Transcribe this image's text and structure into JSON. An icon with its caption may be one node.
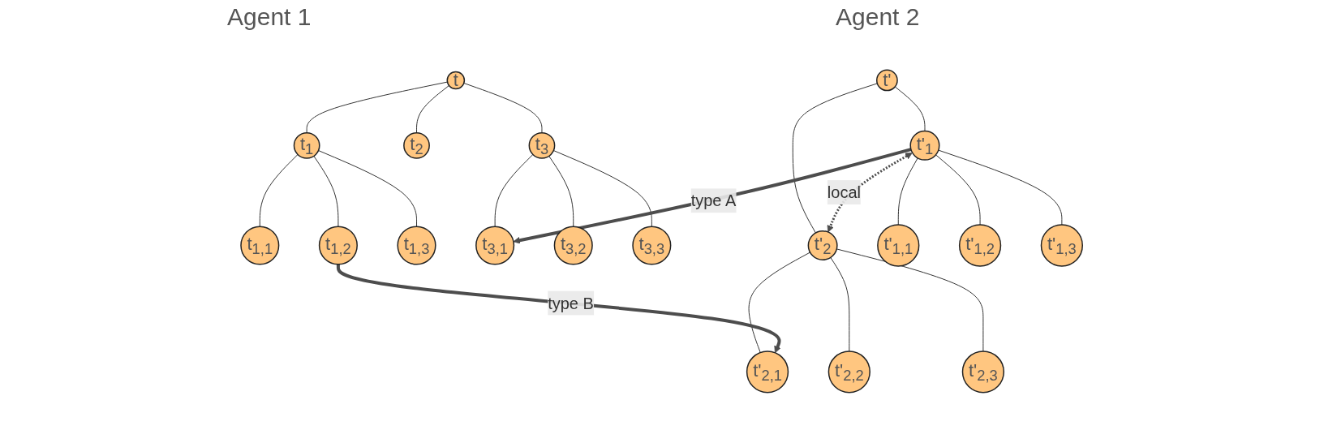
{
  "diagram": {
    "nodes": [
      {
        "text": [
          "t"
        ]
      },
      {
        "text": [
          "t$_{1}$"
        ]
      },
      {
        "text": [
          "t$_{2}$"
        ]
      },
      {
        "text": [
          "t$_{3}$"
        ]
      },
      {
        "text": [
          "t$_{1,1}$"
        ]
      },
      {
        "text": [
          "t$_{1,2}$"
        ]
      },
      {
        "text": [
          "t$_{1,3}$"
        ]
      },
      {
        "text": [
          "t$_{3,1}$"
        ]
      },
      {
        "text": [
          "t$_{3,2}$"
        ]
      },
      {
        "text": [
          "t$_{3,3}$"
        ]
      },
      {
        "text": [
          "t'"
        ]
      },
      {
        "text": [
          "t'$_{1}$"
        ]
      },
      {
        "text": [
          "t'$_{2}$"
        ]
      },
      {
        "text": [
          "t'$_{1,1}$"
        ]
      },
      {
        "text": [
          "t'$_{1,2}$"
        ]
      },
      {
        "text": [
          "t'$_{1,3}$"
        ]
      },
      {
        "text": [
          "t'$_{2,1}$"
        ]
      },
      {
        "text": [
          "t'$_{2,2}$"
        ]
      },
      {
        "text": [
          "t'$_{2,3}$"
        ]
      }
    ],
    "edges": [
      {
        "from": 0,
        "to": 1,
        "arrow": "none"
      },
      {
        "from": 0,
        "to": 2,
        "arrow": "none"
      },
      {
        "from": 0,
        "to": 3,
        "arrow": "none"
      },
      {
        "from": 1,
        "to": 4,
        "arrow": "none"
      },
      {
        "from": 1,
        "to": 5,
        "arrow": "none"
      },
      {
        "from": 1,
        "to": 6,
        "arrow": "none"
      },
      {
        "from": 3,
        "to": 7,
        "arrow": "none"
      },
      {
        "from": 3,
        "to": 8,
        "arrow": "none"
      },
      {
        "from": 3,
        "to": 9,
        "arrow": "none"
      },
      {
        "from": 10,
        "to": 11,
        "arrow": "none"
      },
      {
        "from": 10,
        "to": 12,
        "arrow": "none"
      },
      {
        "from": 11,
        "to": 13,
        "arrow": "none"
      },
      {
        "from": 11,
        "to": 14,
        "arrow": "none"
      },
      {
        "from": 11,
        "to": 15,
        "arrow": "none"
      },
      {
        "from": 12,
        "to": 16,
        "arrow": "none"
      },
      {
        "from": 12,
        "to": 17,
        "arrow": "none"
      },
      {
        "from": 12,
        "to": 18,
        "arrow": "none"
      },
      {
        "from": 11,
        "to": 7,
        "arrow": "to",
        "label": "type A",
        "style": "thick",
        "color": "#4d4d4d"
      },
      {
        "from": 11,
        "to": 12,
        "arrow": "both",
        "label": "local",
        "style": "dashed",
        "color": "#4d4d4d"
      },
      {
        "from": 5,
        "to": 16,
        "arrow": "to",
        "label": "type B",
        "style": "thick",
        "color": "#4d4d4d"
      }
    ],
    "labels": [
      "Agent 1",
      "Agent 2"
    ]
  }
}
